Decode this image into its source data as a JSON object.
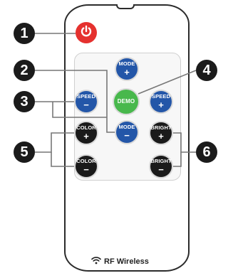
{
  "callouts": [
    "1",
    "2",
    "3",
    "4",
    "5",
    "6"
  ],
  "buttons": {
    "power_icon": "power-icon",
    "mode_plus": {
      "label": "MODE",
      "symbol": "+"
    },
    "speed_minus": {
      "label": "SPEED",
      "symbol": "−"
    },
    "demo": {
      "label": "DEMO"
    },
    "speed_plus": {
      "label": "SPEED",
      "symbol": "+"
    },
    "mode_minus": {
      "label": "MODE",
      "symbol": "−"
    },
    "color_plus": {
      "label": "COLOR",
      "symbol": "+"
    },
    "bright_plus": {
      "label": "BRIGHT",
      "symbol": "+"
    },
    "color_minus": {
      "label": "COLOR",
      "symbol": "−"
    },
    "bright_minus": {
      "label": "BRIGHT",
      "symbol": "−"
    }
  },
  "footer": {
    "icon": "wireless-icon",
    "label": "RF Wireless"
  },
  "colors": {
    "power": "#e5312e",
    "blue": "#2356a8",
    "green": "#48b84c",
    "dark": "#1a1a1a",
    "callout": "#1b1b1b"
  }
}
